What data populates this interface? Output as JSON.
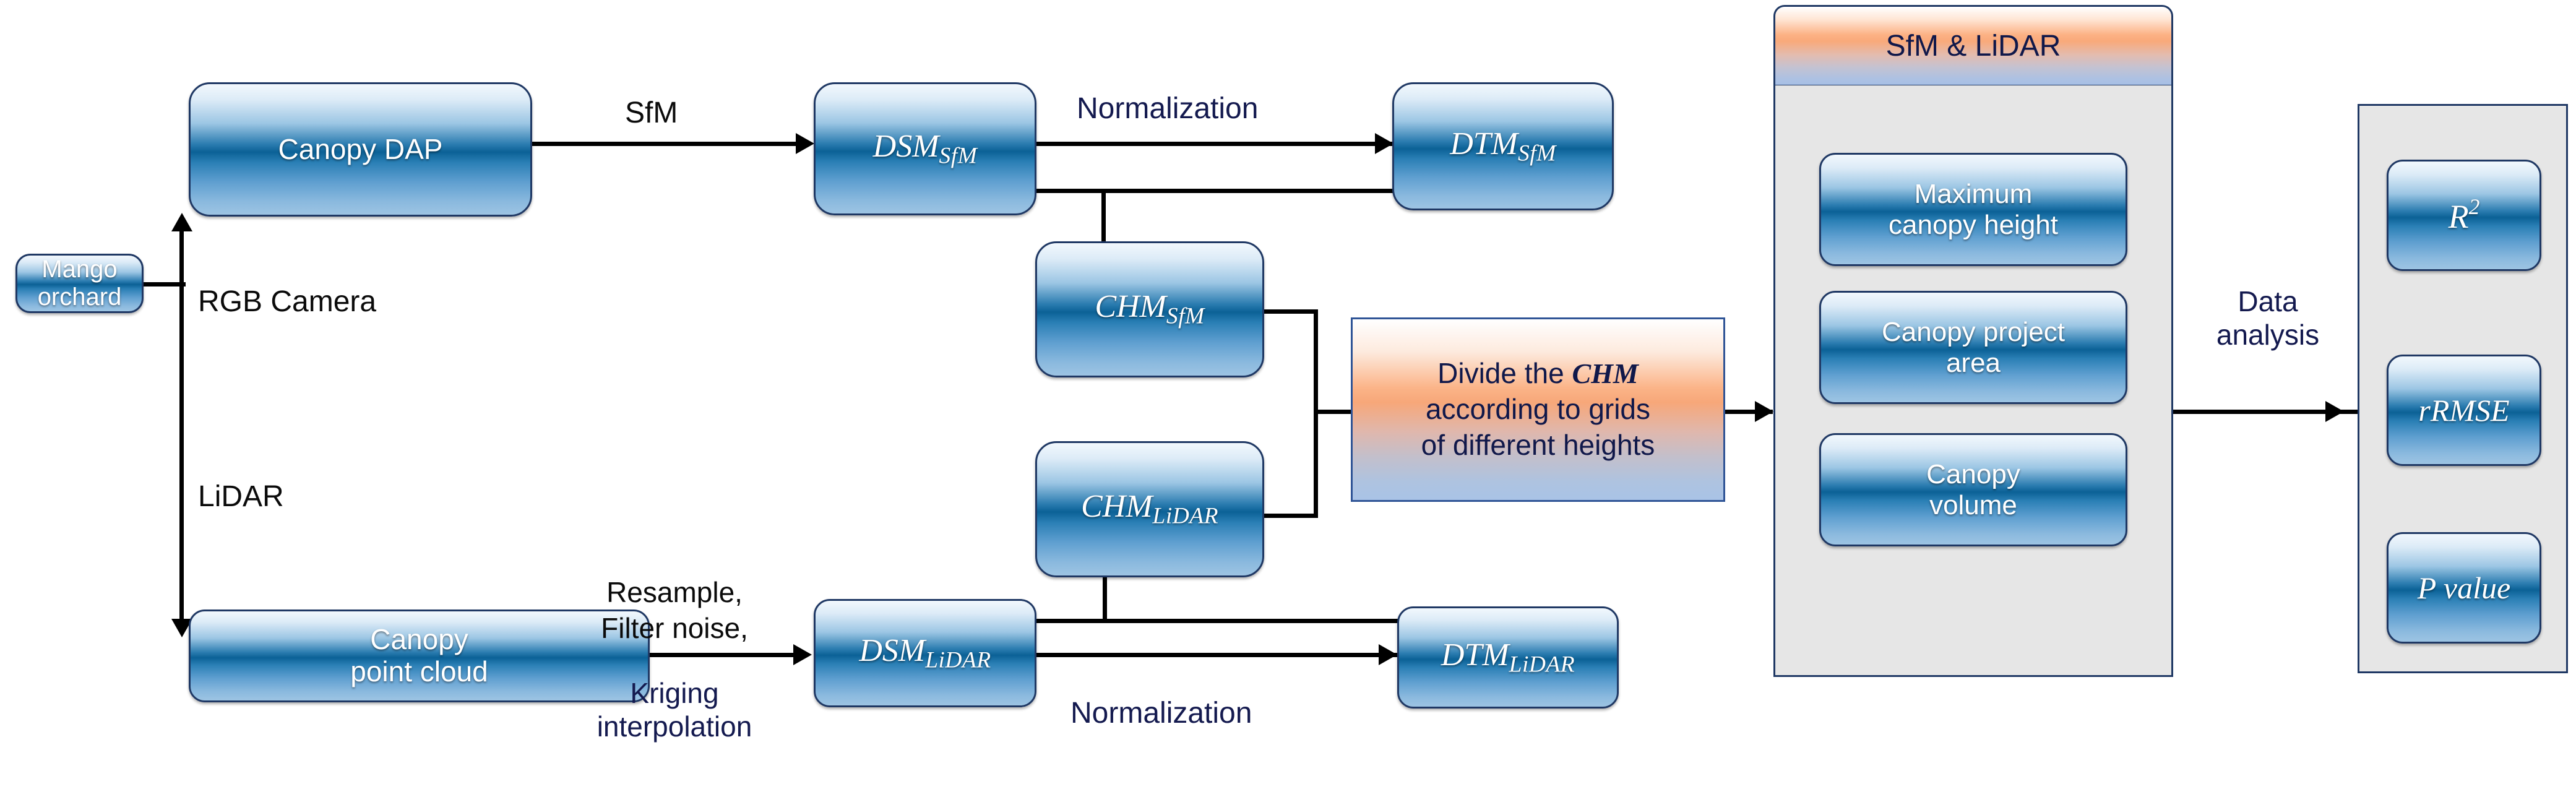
{
  "diagram": {
    "title": "Mango orchard canopy structure workflow (SfM & LiDAR)",
    "colors": {
      "node_border": "#1F3864",
      "node_blue_dark": "#0b6196",
      "node_blue_light": "#dcebf7",
      "accent_orange": "#f9a97a",
      "panel_grey": "#E6E6E6",
      "label_navy": "#141a4f",
      "label_black": "#0b0b0b",
      "connector": "#000000"
    },
    "nodes": {
      "mango_orchard": "Mango\norchard",
      "canopy_dap": "Canopy DAP",
      "canopy_point_cloud": "Canopy\npoint cloud",
      "dsm_sfm_base": "DSM",
      "dsm_sfm_sub": "SfM",
      "dtm_sfm_base": "DTM",
      "dtm_sfm_sub": "SfM",
      "chm_sfm_base": "CHM",
      "chm_sfm_sub": "SfM",
      "chm_lidar_base": "CHM",
      "chm_lidar_sub": "LiDAR",
      "dsm_lidar_base": "DSM",
      "dsm_lidar_sub": "LiDAR",
      "dtm_lidar_base": "DTM",
      "dtm_lidar_sub": "LiDAR"
    },
    "process_box": {
      "line1_pre": "Divide the ",
      "line1_mono": "CHM",
      "line2": "according to grids",
      "line3": "of different heights"
    },
    "metrics_panel": {
      "header": "SfM & LiDAR",
      "items": [
        "Maximum\ncanopy height",
        "Canopy project\narea",
        "Canopy\nvolume"
      ]
    },
    "stats_panel": {
      "items": [
        {
          "base": "R",
          "sup": "2"
        },
        {
          "base": "rRMSE",
          "sup": ""
        },
        {
          "base": "P value",
          "sup": ""
        }
      ]
    },
    "edge_labels": {
      "rgb_camera": "RGB Camera",
      "lidar": "LiDAR",
      "sfm": "SfM",
      "normalization_top": "Normalization",
      "normalization_bottom": "Normalization",
      "resample": "Resample,",
      "filter_noise": "Filter noise,",
      "kriging": "Kriging\ninterpolation",
      "data_analysis": "Data\nanalysis"
    }
  }
}
